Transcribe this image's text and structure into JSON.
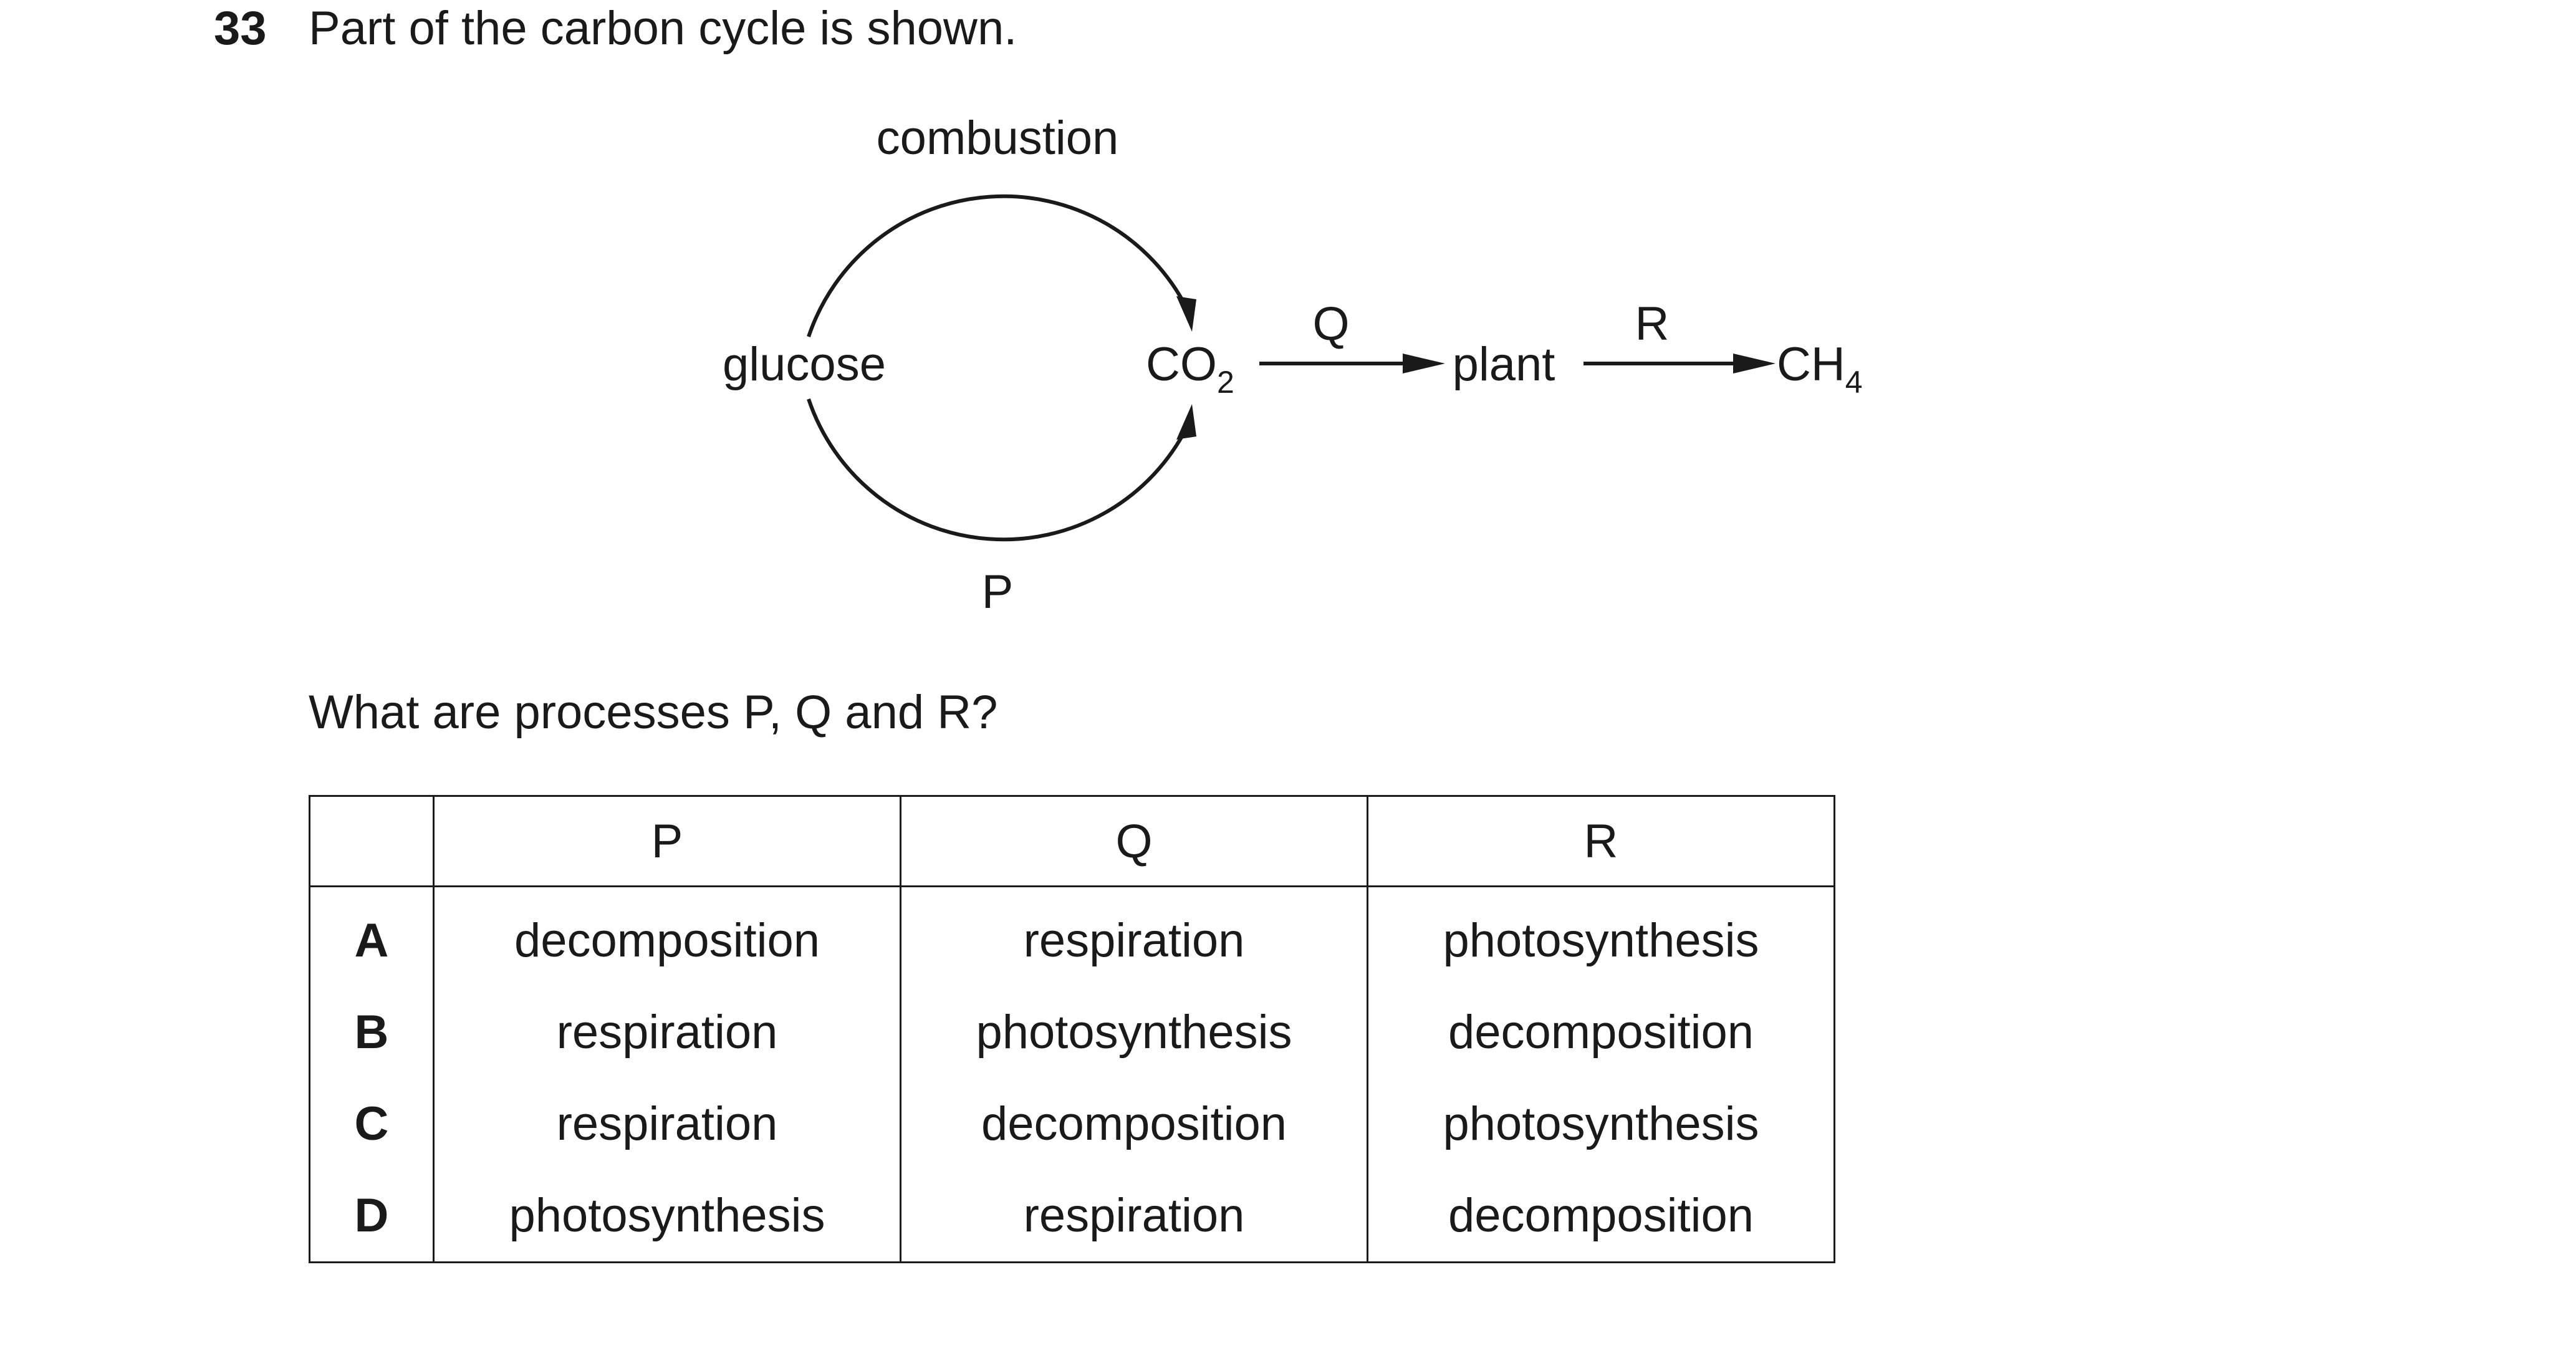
{
  "question": {
    "number": "33",
    "stem": "Part of the carbon cycle is shown.",
    "prompt": "What are processes P, Q and R?"
  },
  "diagram": {
    "glucose": "glucose",
    "co2": {
      "base": "CO",
      "sub": "2"
    },
    "plant": "plant",
    "ch4": {
      "base": "CH",
      "sub": "4"
    },
    "combustion": "combustion",
    "p": "P",
    "q": "Q",
    "r": "R"
  },
  "table": {
    "headers": [
      "",
      "P",
      "Q",
      "R"
    ],
    "rows": [
      {
        "letter": "A",
        "p": "decomposition",
        "q": "respiration",
        "r": "photosynthesis"
      },
      {
        "letter": "B",
        "p": "respiration",
        "q": "photosynthesis",
        "r": "decomposition"
      },
      {
        "letter": "C",
        "p": "respiration",
        "q": "decomposition",
        "r": "photosynthesis"
      },
      {
        "letter": "D",
        "p": "photosynthesis",
        "q": "respiration",
        "r": "decomposition"
      }
    ]
  }
}
